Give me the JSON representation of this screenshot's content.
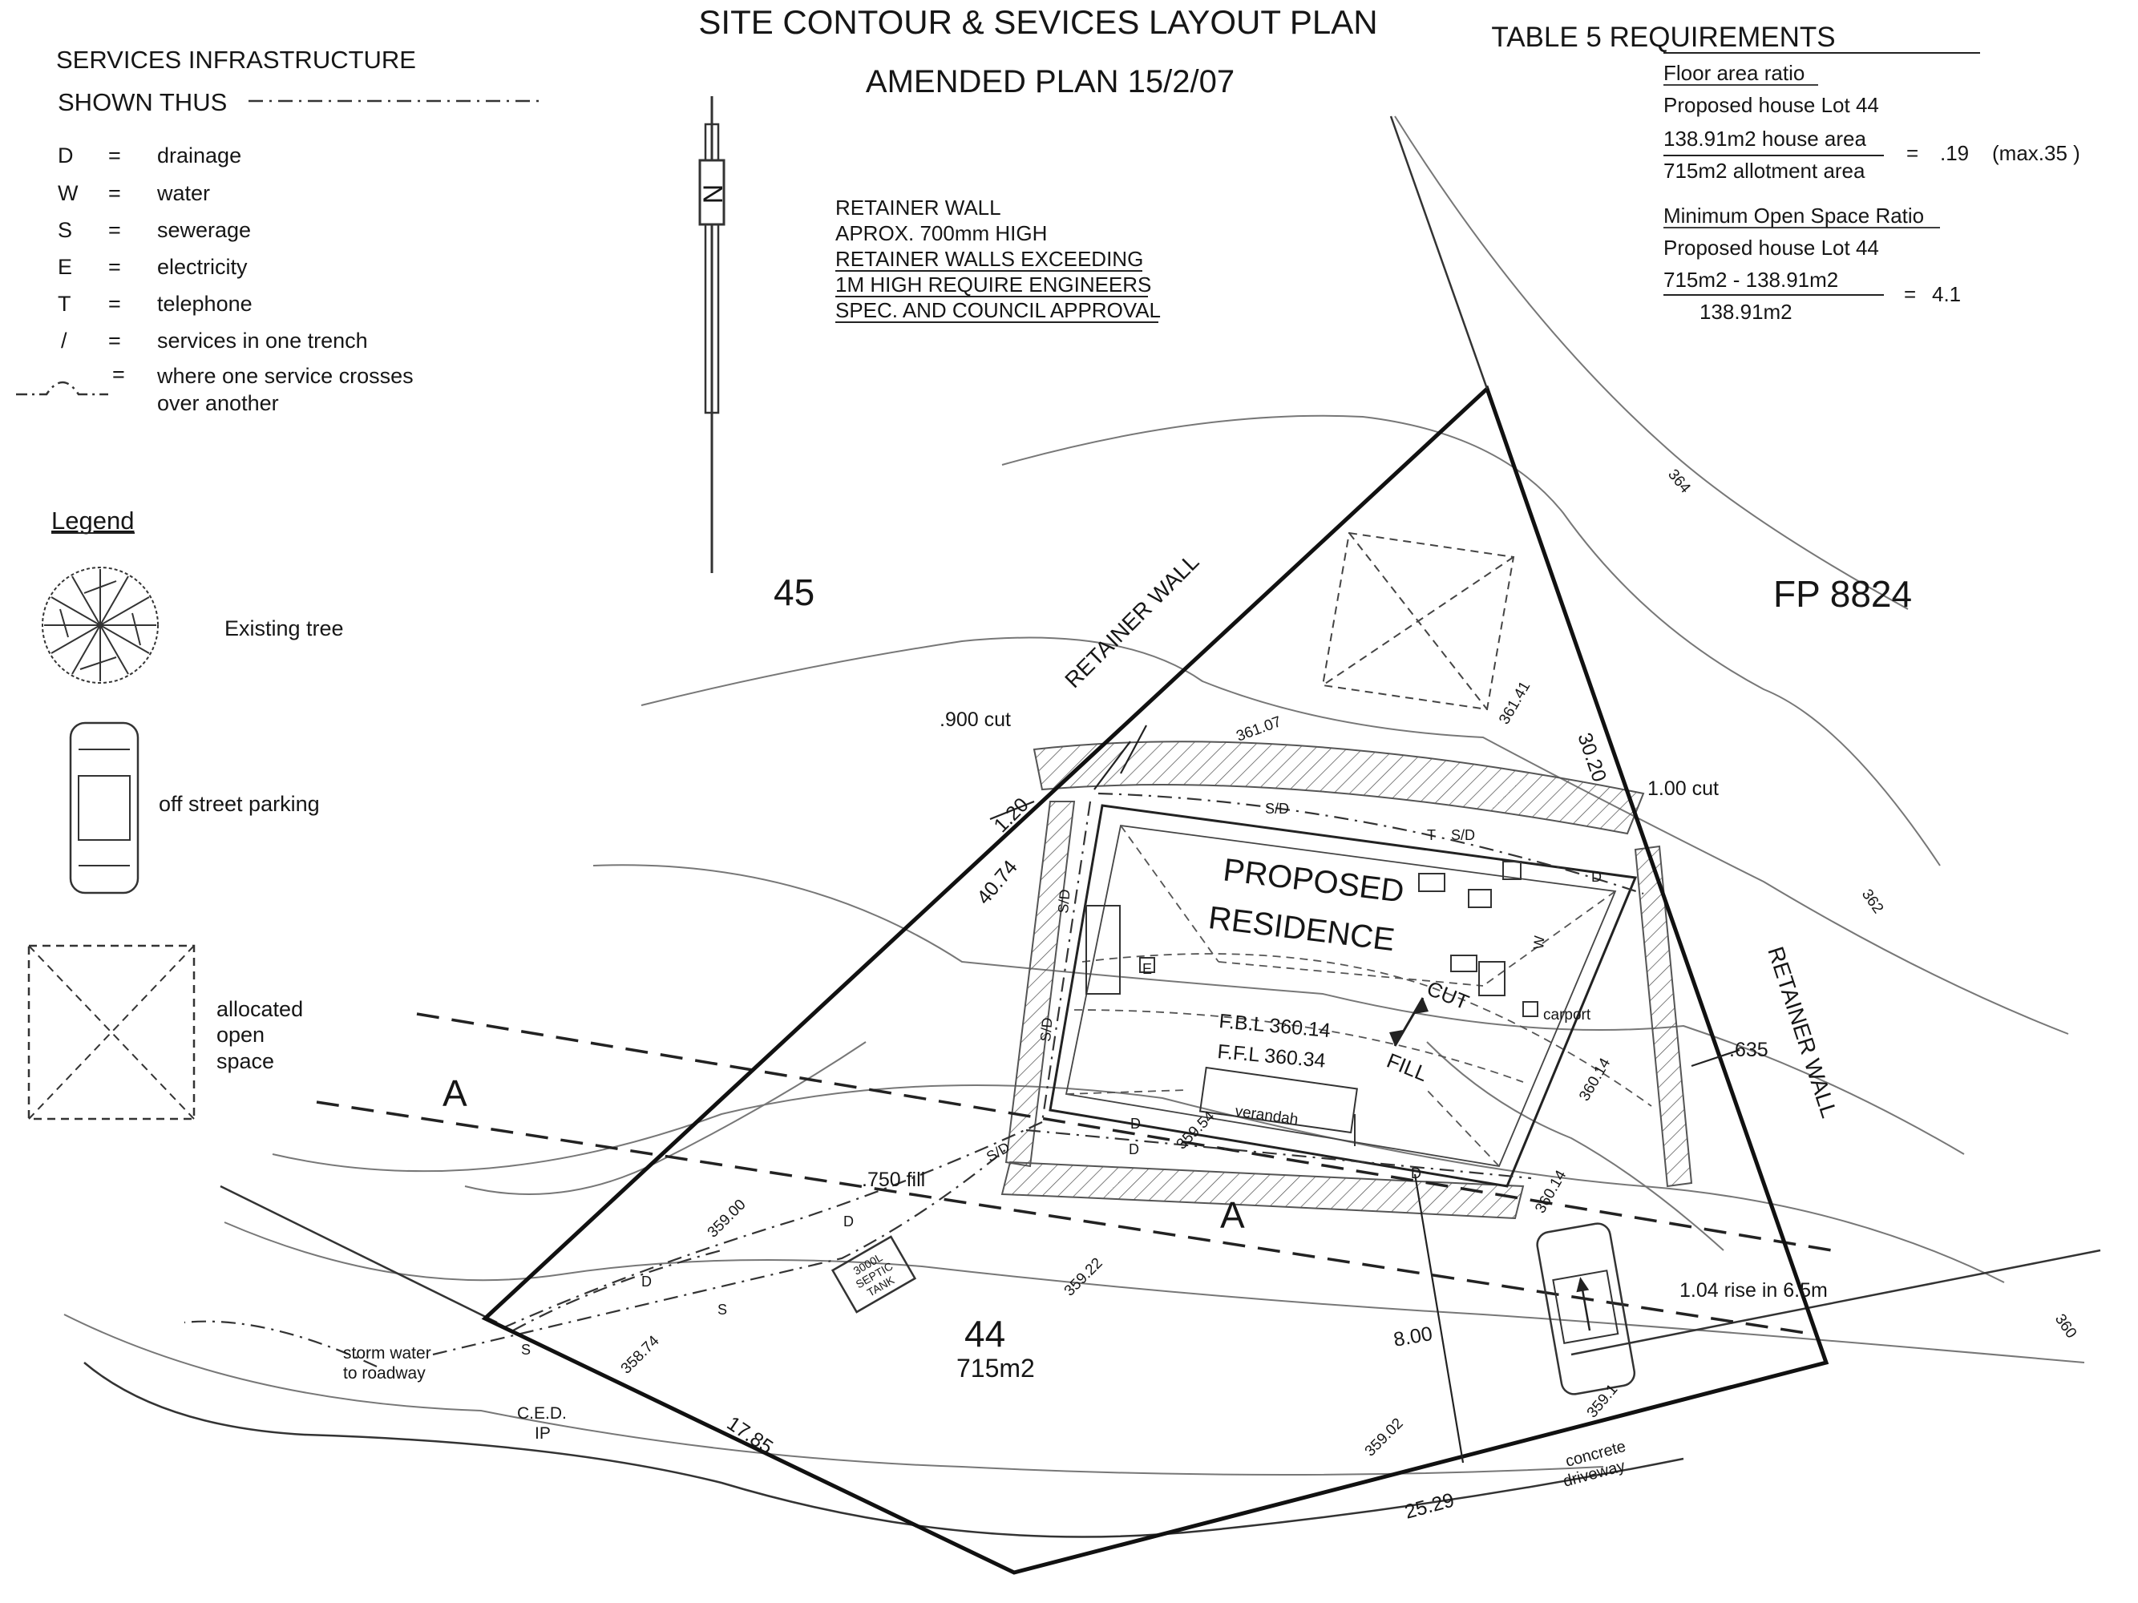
{
  "header": {
    "title": "SITE CONTOUR & SEVICES LAYOUT PLAN",
    "subtitle": "AMENDED PLAN 15/2/07"
  },
  "services": {
    "heading": "SERVICES INFRASTRUCTURE",
    "shown_thus": "SHOWN THUS",
    "rows": [
      {
        "code": "D",
        "eq": "=",
        "desc": "drainage"
      },
      {
        "code": "W",
        "eq": "=",
        "desc": "water"
      },
      {
        "code": "S",
        "eq": "=",
        "desc": "sewerage"
      },
      {
        "code": "E",
        "eq": "=",
        "desc": "electricity"
      },
      {
        "code": "T",
        "eq": "=",
        "desc": "telephone"
      },
      {
        "code": "/",
        "eq": "=",
        "desc": "services in one trench"
      }
    ],
    "crossing_eq": "=",
    "crossing_line1": "where one service crosses",
    "crossing_line2": "over another"
  },
  "legend": {
    "heading": "Legend",
    "existing_tree": "Existing tree",
    "off_street_parking": "off street parking",
    "open_space_1": "allocated",
    "open_space_2": "open",
    "open_space_3": "space"
  },
  "retainer_note": [
    "RETAINER WALL",
    "APROX. 700mm HIGH",
    "RETAINER WALLS EXCEEDING",
    "1M HIGH REQUIRE ENGINEERS",
    "SPEC. AND COUNCIL APPROVAL"
  ],
  "table5": {
    "heading": "TABLE 5 REQUIREMENTS",
    "far_title": "Floor area ratio",
    "far_house": "Proposed house   Lot 44",
    "far_num": "138.91m2 house area",
    "far_den": "715m2 allotment area",
    "far_eq": "=",
    "far_val": ".19",
    "far_max": "(max.35 )",
    "osr_title": "Minimum Open Space Ratio",
    "osr_house": "Proposed house   Lot 44",
    "osr_num": "715m2 - 138.91m2",
    "osr_den": "138.91m2",
    "osr_eq": "=",
    "osr_val": "4.1"
  },
  "site": {
    "lot_45": "45",
    "lot_fp": "FP   8824",
    "lot_44": "44",
    "lot_area": "715m2",
    "section_left": "A",
    "section_mid": "A",
    "residence_1": "PROPOSED",
    "residence_2": "RESIDENCE",
    "fbl": "F.B.L  360.14",
    "ffl": "F.F.L  360.34",
    "cut": "CUT",
    "fill": "FILL",
    "verandah": "verandah",
    "carport": "carport",
    "retainer_wall_top": "RETAINER WALL",
    "retainer_wall_right": "RETAINER WALL",
    "cut_900": ".900 cut",
    "cut_100": "1.00 cut",
    "fill_750": ".750 fill",
    "rise": "1.04 rise in 6.5m",
    "storm_1": "storm water",
    "storm_2": "to roadway",
    "ced_1": "C.E.D.",
    "ced_2": "IP",
    "driveway_1": "concrete",
    "driveway_2": "driveway",
    "septic_1": "3000L",
    "septic_2": "SEPTIC",
    "septic_3": "TANK",
    "dim_120": "1.20",
    "dim_4074": "40.74",
    "dim_3020": "30.20",
    "dim_635": ".635",
    "dim_800": "8.00",
    "dim_1785": "17.85",
    "dim_2529": "25.29",
    "lvl_36107": "361.07",
    "lvl_36141": "361.41",
    "lvl_36014a": "360.14",
    "lvl_36014b": "360.14",
    "lvl_35954": "359.54",
    "lvl_35900": "359.00",
    "lvl_35922": "359.22",
    "lvl_35874": "358.74",
    "lvl_35902": "359.02",
    "lvl_3591": "359.1",
    "c_364": "364",
    "c_362": "362",
    "c_360": "360",
    "tag_sd1": "S/D",
    "tag_sd2": "S/D",
    "tag_sd3": "S/D",
    "tag_sd4": "S/D",
    "tag_sd5": "S/D",
    "tag_d1": "D",
    "tag_d2": "D",
    "tag_d3": "D",
    "tag_d4": "D",
    "tag_d5": "D",
    "tag_d6": "D",
    "tag_s1": "S",
    "tag_s2": "S",
    "tag_e": "E",
    "tag_t": "T",
    "tag_w": "W"
  }
}
